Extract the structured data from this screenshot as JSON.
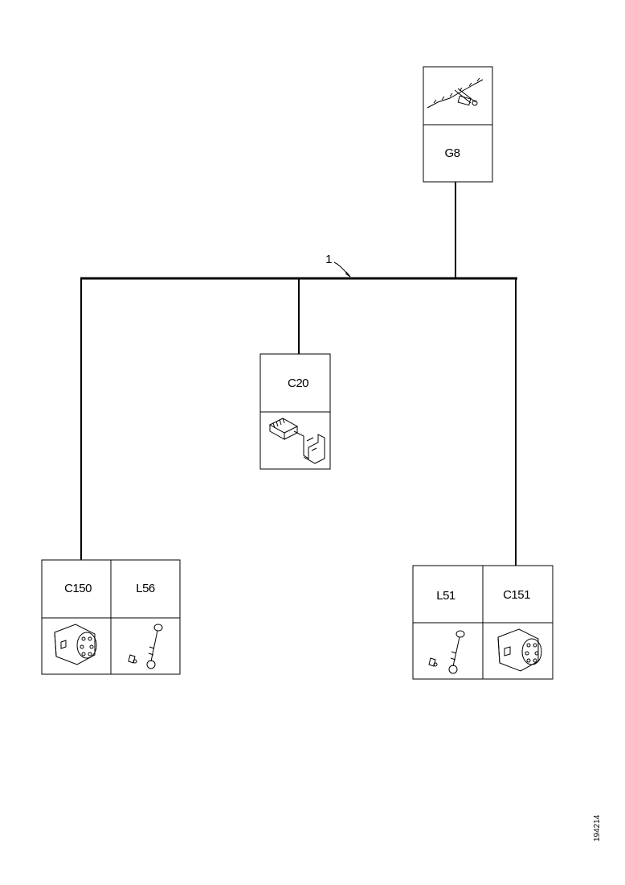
{
  "diagram": {
    "harness_callout": "1",
    "components": {
      "g8": {
        "label": "G8",
        "icon": "ground-strap-icon"
      },
      "c20": {
        "label": "C20",
        "icon": "connector-bracket-icon"
      },
      "c150": {
        "label": "C150",
        "icon": "connector-plug-icon"
      },
      "l56": {
        "label": "L56",
        "icon": "bulb-socket-icon"
      },
      "l51": {
        "label": "L51",
        "icon": "bulb-socket-icon"
      },
      "c151": {
        "label": "C151",
        "icon": "connector-plug-icon"
      }
    },
    "document_id": "194214"
  }
}
